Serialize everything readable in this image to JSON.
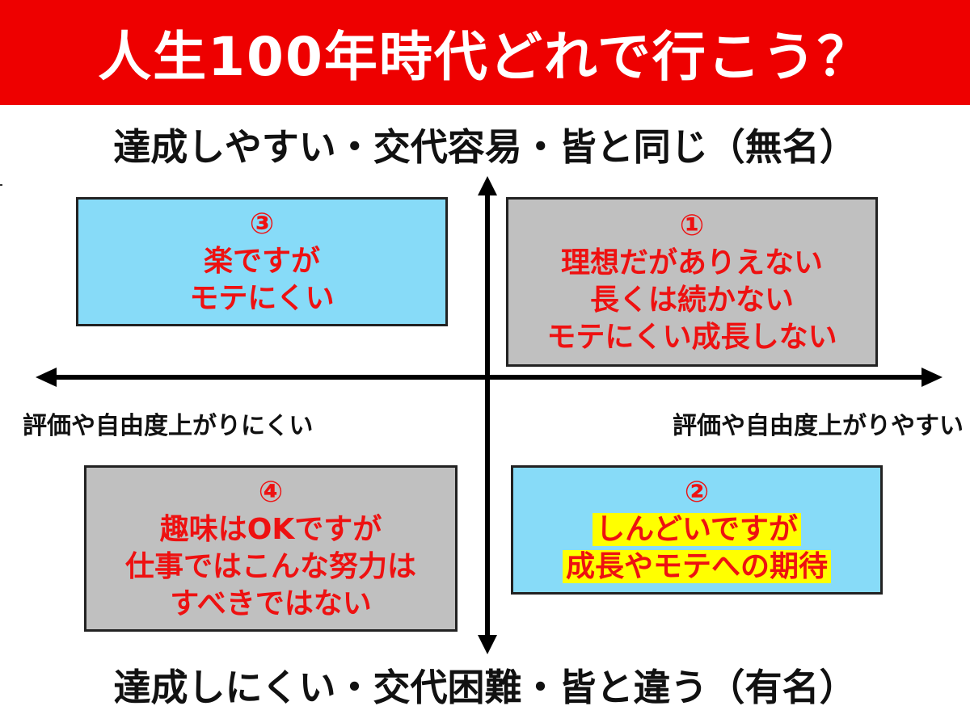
{
  "title": "人生100年時代どれで行こう？",
  "axes": {
    "top": "達成しやすい・交代容易・皆と同じ（無名）",
    "bottom": "達成しにくい・交代困難・皆と違う（有名）",
    "left": "評価や自由度上がりにくい",
    "right": "評価や自由度上がりやすい"
  },
  "quadrants": {
    "q1": {
      "number": "①",
      "lines": [
        "理想だがありえない",
        "長くは続かない",
        "モテにくい成長しない"
      ]
    },
    "q2": {
      "number": "②",
      "lines": [
        "しんどいですが",
        "成長やモテへの期待"
      ]
    },
    "q3": {
      "number": "③",
      "lines": [
        "楽ですが",
        "モテにくい"
      ]
    },
    "q4": {
      "number": "④",
      "lines": [
        "趣味はOKですが",
        "仕事ではこんな努力は",
        "すべきではない"
      ]
    }
  },
  "colors": {
    "banner": "#ee0000",
    "blue_box": "#87dbf8",
    "gray_box": "#c0c0c0",
    "quadrant_text": "#ee1111",
    "highlight": "#ffff00"
  }
}
